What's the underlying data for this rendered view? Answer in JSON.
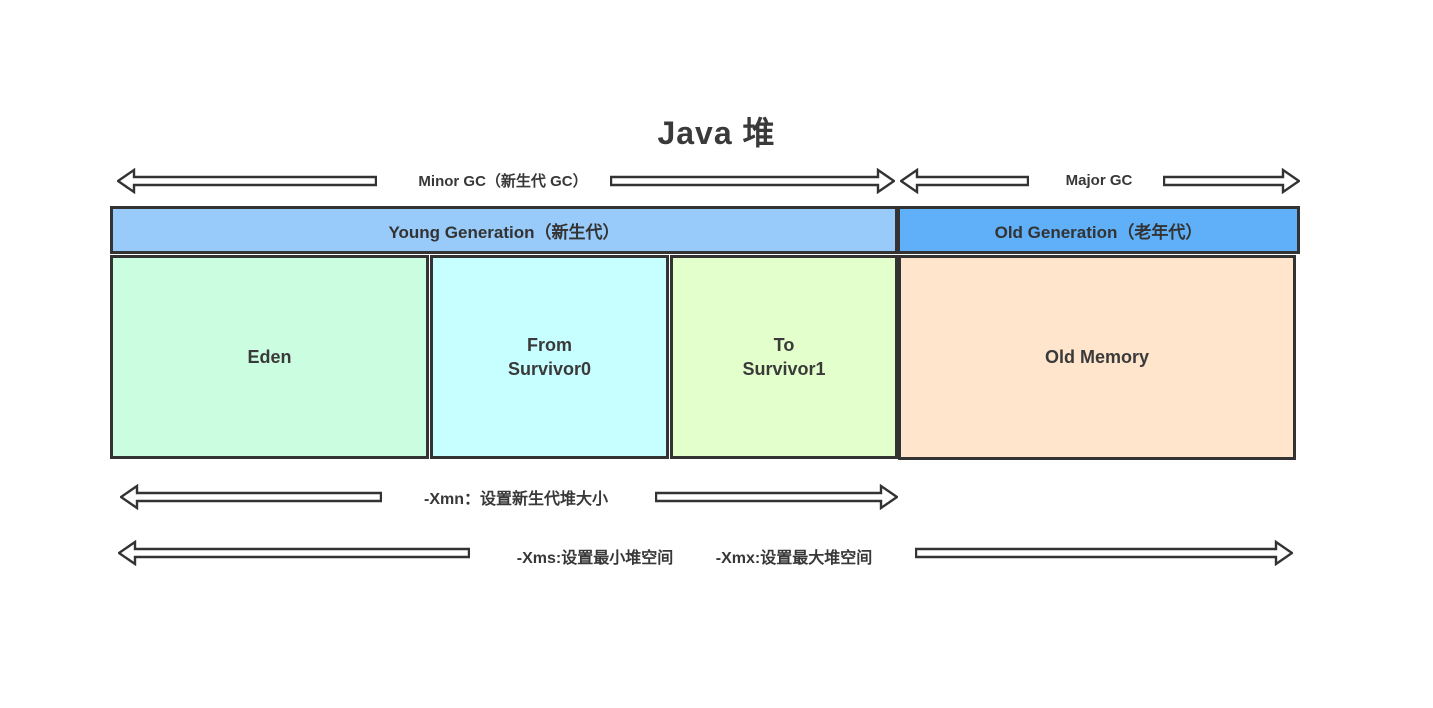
{
  "title": "Java 堆",
  "gc_arrows": {
    "minor_gc_label": "Minor GC（新生代 GC）",
    "major_gc_label": "Major GC"
  },
  "generations": [
    {
      "label": "Young Generation（新生代）",
      "color": "#99cbfa"
    },
    {
      "label": "Old Generation（老年代）",
      "color": "#5fb0f8"
    }
  ],
  "regions": [
    {
      "label": "Eden",
      "color": "#cbfde1"
    },
    {
      "label": "From\nSurvivor0",
      "color": "#c7feff"
    },
    {
      "label": "To\nSurvivor1",
      "color": "#e3ffcb"
    },
    {
      "label": "Old Memory",
      "color": "#fee5cb"
    }
  ],
  "jvm_options": {
    "xmn_label": "-Xmn：设置新生代堆大小",
    "xms_label": "-Xms:设置最小堆空间",
    "xmx_label": "-Xmx:设置最大堆空间"
  },
  "colors": {
    "outline": "#333333",
    "text": "#383838",
    "background": "#ffffff"
  }
}
